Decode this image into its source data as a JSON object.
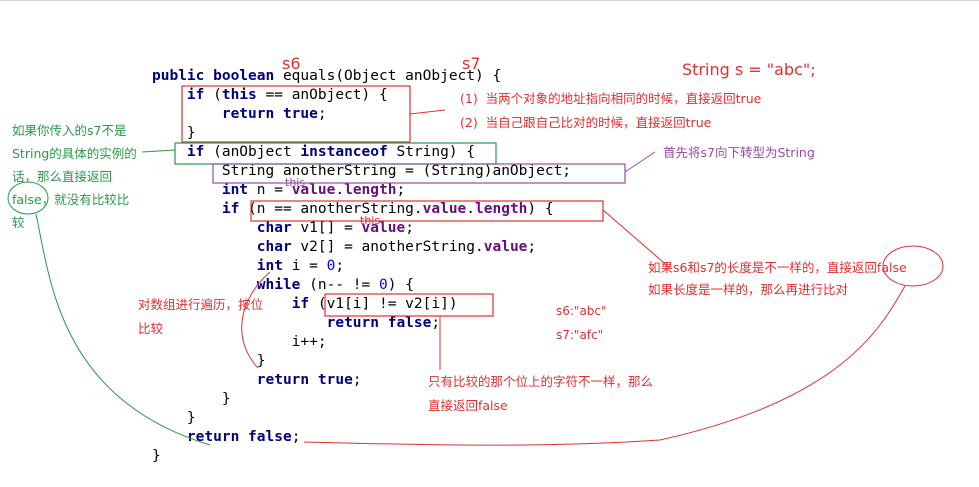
{
  "code_lines": [
    [
      {
        "t": "public boolean",
        "c": "kw"
      },
      {
        "t": " equals(Object anObject) {"
      }
    ],
    [
      {
        "t": "    "
      },
      {
        "t": "if",
        "c": "kw"
      },
      {
        "t": " ("
      },
      {
        "t": "this",
        "c": "kw"
      },
      {
        "t": " == anObject) {"
      }
    ],
    [
      {
        "t": "        "
      },
      {
        "t": "return true",
        "c": "kw"
      },
      {
        "t": ";"
      }
    ],
    [
      {
        "t": "    }"
      }
    ],
    [
      {
        "t": "    "
      },
      {
        "t": "if",
        "c": "kw"
      },
      {
        "t": " (anObject "
      },
      {
        "t": "instanceof",
        "c": "kw"
      },
      {
        "t": " String) {"
      }
    ],
    [
      {
        "t": "        String anotherString = (String)anObject;"
      }
    ],
    [
      {
        "t": "        "
      },
      {
        "t": "int",
        "c": "kw"
      },
      {
        "t": " n = "
      },
      {
        "t": "value",
        "c": "fld"
      },
      {
        "t": "."
      },
      {
        "t": "length",
        "c": "fld"
      },
      {
        "t": ";"
      }
    ],
    [
      {
        "t": "        "
      },
      {
        "t": "if",
        "c": "kw"
      },
      {
        "t": " (n == anotherString."
      },
      {
        "t": "value",
        "c": "fld"
      },
      {
        "t": "."
      },
      {
        "t": "length",
        "c": "fld"
      },
      {
        "t": ") {"
      }
    ],
    [
      {
        "t": "            "
      },
      {
        "t": "char",
        "c": "kw"
      },
      {
        "t": " v1[] = "
      },
      {
        "t": "value",
        "c": "fld"
      },
      {
        "t": ";"
      }
    ],
    [
      {
        "t": "            "
      },
      {
        "t": "char",
        "c": "kw"
      },
      {
        "t": " v2[] = anotherString."
      },
      {
        "t": "value",
        "c": "fld"
      },
      {
        "t": ";"
      }
    ],
    [
      {
        "t": "            "
      },
      {
        "t": "int",
        "c": "kw"
      },
      {
        "t": " i = "
      },
      {
        "t": "0",
        "c": "num"
      },
      {
        "t": ";"
      }
    ],
    [
      {
        "t": "            "
      },
      {
        "t": "while",
        "c": "kw"
      },
      {
        "t": " (n-- != "
      },
      {
        "t": "0",
        "c": "num"
      },
      {
        "t": ") {"
      }
    ],
    [
      {
        "t": "                "
      },
      {
        "t": "if",
        "c": "kw"
      },
      {
        "t": " (v1[i] != v2[i])"
      }
    ],
    [
      {
        "t": "                    "
      },
      {
        "t": "return false",
        "c": "kw"
      },
      {
        "t": ";"
      }
    ],
    [
      {
        "t": "                i++;"
      }
    ],
    [
      {
        "t": "            }"
      }
    ],
    [
      {
        "t": "            "
      },
      {
        "t": "return true",
        "c": "kw"
      },
      {
        "t": ";"
      }
    ],
    [
      {
        "t": "        }"
      }
    ],
    [
      {
        "t": "    }"
      }
    ],
    [
      {
        "t": "    "
      },
      {
        "t": "return false",
        "c": "kw"
      },
      {
        "t": ";"
      }
    ],
    [
      {
        "t": "}"
      }
    ]
  ],
  "labels": {
    "s6": "s6",
    "s7": "s7",
    "this1": "this",
    "this2": "this",
    "string_decl": "String s = \"abc\";",
    "note_same_addr": "(1)  当两个对象的地址指向相同的时候，直接返回true",
    "note_self": "(2)  当自己跟自己比对的时候，直接返回true",
    "note_cast": "首先将s7向下转型为String",
    "note_instance": "如果你传入的s7不是\nString的具体的实例的\n话，那么直接返回\nfalse，就没有比较比\n较",
    "note_length": "如果s6和s7的长度是不一样的，直接返回false\n如果长度是一样的，那么再进行比对",
    "note_traverse": "对数组进行遍历，按位\n比较",
    "s6_value": "s6:\"abc\"",
    "s7_value": "s7:\"afc\"",
    "note_char": "只有比较的那个位上的字符不一样，那么\n直接返回false"
  },
  "colors": {
    "red": "#e03030",
    "green": "#2a9a4a",
    "purple": "#9a4aa8",
    "keyword": "#000080",
    "field": "#660e7a",
    "number": "#0000ff"
  }
}
